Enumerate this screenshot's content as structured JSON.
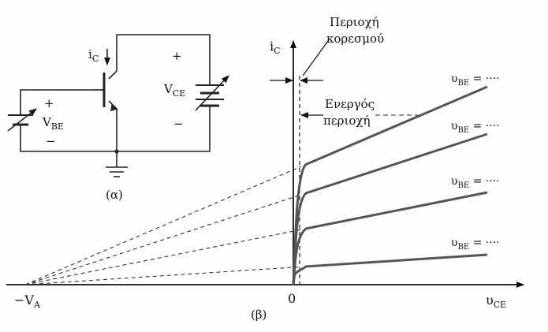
{
  "circuit": {
    "label": "(α)",
    "ic_label": "i",
    "ic_sub": "C",
    "vbe_label": "V",
    "vbe_sub": "BE",
    "vce_label": "V",
    "vce_sub": "CE",
    "plus": "+",
    "minus": "−"
  },
  "graph": {
    "label": "(β)",
    "y_axis_label": "i",
    "y_axis_sub": "C",
    "x_axis_label": "υ",
    "x_axis_sub": "CE",
    "origin_label": "0",
    "va_label": "−V",
    "va_sub": "A",
    "saturation_line1": "Περιοχή",
    "saturation_line2": "κορεσμού",
    "active_line1": "Ενεργός",
    "active_line2": "περιοχή",
    "curves": [
      {
        "label_pre": "υ",
        "label_sub": "BE",
        "label_post": " = ····"
      },
      {
        "label_pre": "υ",
        "label_sub": "BE",
        "label_post": " = ····"
      },
      {
        "label_pre": "υ",
        "label_sub": "BE",
        "label_post": " = ····"
      },
      {
        "label_pre": "υ",
        "label_sub": "BE",
        "label_post": " = ····"
      }
    ]
  }
}
